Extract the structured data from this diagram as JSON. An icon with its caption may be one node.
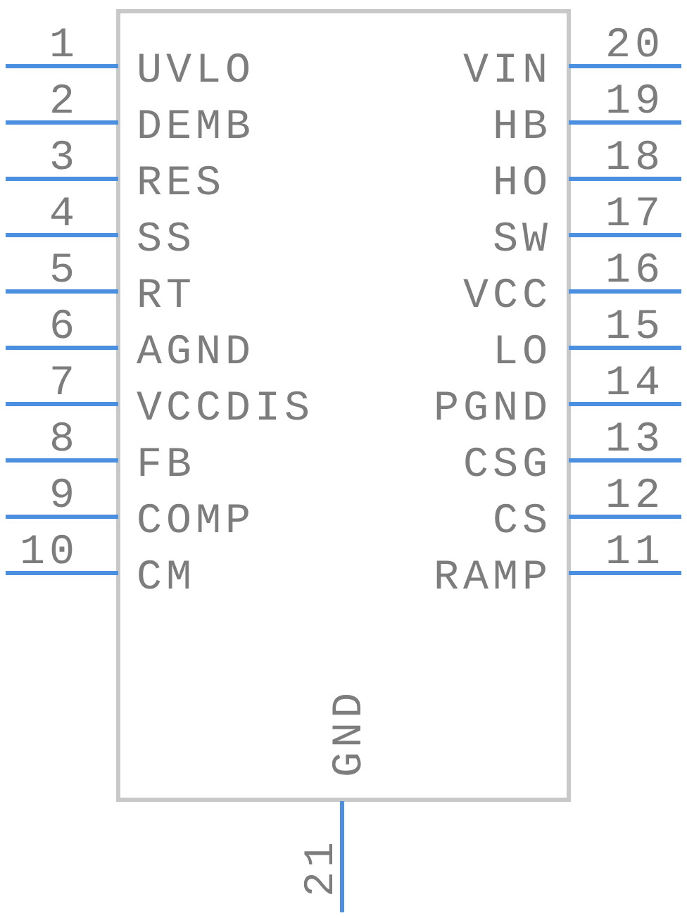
{
  "diagram": {
    "labels": [
      "1",
      "20",
      "UVLO",
      "VIN",
      "2",
      "19",
      "DEMB",
      "HB",
      "3",
      "18",
      "RES",
      "HO",
      "4",
      "17",
      "SS",
      "SW",
      "5",
      "16",
      "RT",
      "VCC",
      "6",
      "15",
      "AGND",
      "LO",
      "7",
      "14",
      "VCCDIS",
      "PGND",
      "8",
      "13",
      "FB",
      "CSG",
      "9",
      "12",
      "COMP",
      "CS",
      "10",
      "11",
      "CM",
      "RAMP",
      "GND",
      "21"
    ]
  }
}
